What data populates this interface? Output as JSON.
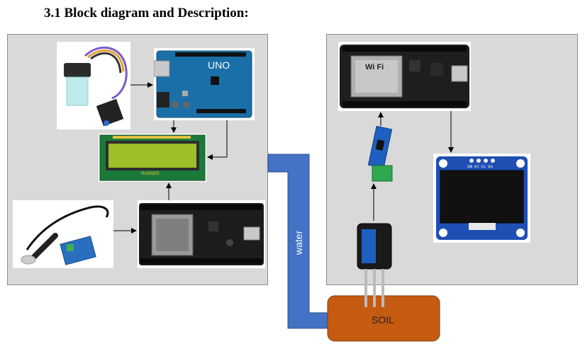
{
  "heading": "3.1 Block diagram and Description:",
  "board_labels": {
    "uno": "UNO",
    "wifi": "Wi Fi",
    "lcd_brand": "RUNNER",
    "oled_pins": "GND VCC SCL SDA"
  },
  "pipe_label": "water",
  "soil_label": "SOIL",
  "colors": {
    "panel": "#d9d9d9",
    "pipe": "#4472c4",
    "soil": "#c55a11",
    "arduino": "#1a6fa8",
    "lcd_screen": "#9dbf27",
    "esp_board": "#1c1c1c",
    "oled_board": "#1f4fb3"
  }
}
